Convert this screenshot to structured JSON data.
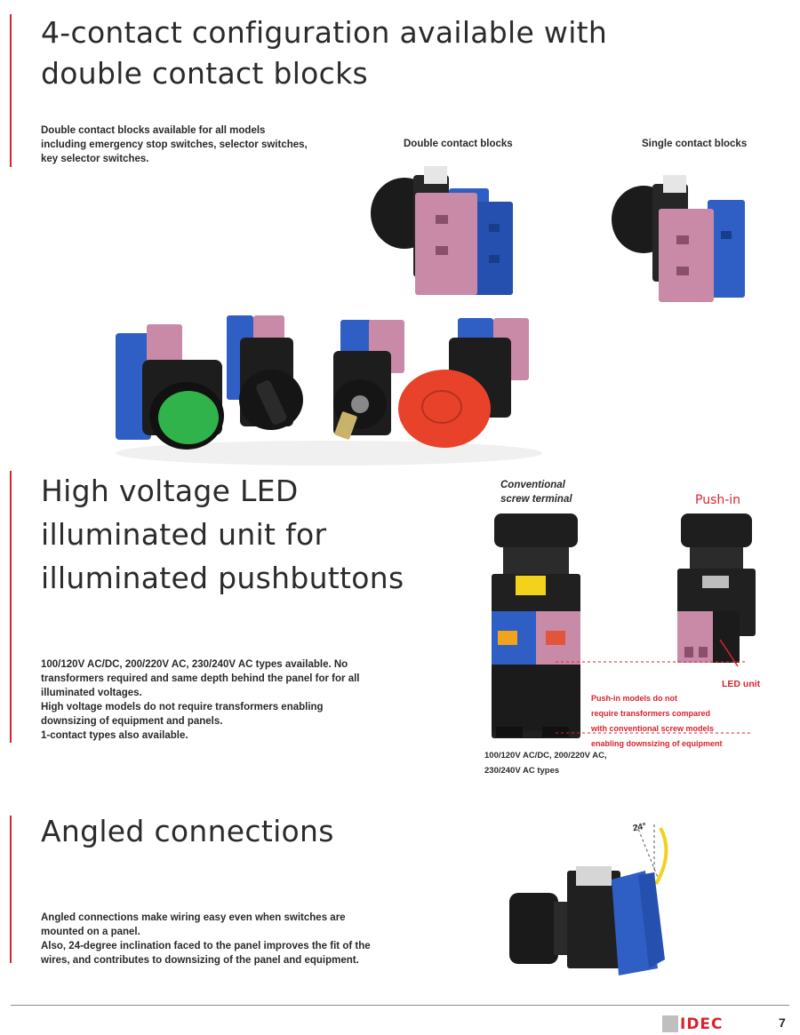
{
  "section1": {
    "title_lines": [
      "4-contact configuration available with",
      "double contact blocks"
    ],
    "body_lines": [
      "Double contact blocks available for all models",
      "including emergency stop switches, selector switches,",
      "key selector switches."
    ],
    "caption_double": "Double contact blocks",
    "caption_single": "Single contact blocks"
  },
  "section2": {
    "title_lines": [
      "High voltage LED",
      "illuminated unit for",
      "illuminated pushbuttons"
    ],
    "body_lines": [
      "100/120V AC/DC, 200/220V AC, 230/240V AC types available. No",
      "transformers required and same depth behind the panel for for all",
      "illuminated voltages.",
      "High voltage models do not require transformers enabling",
      "downsizing of equipment and panels.",
      "1-contact types also available."
    ],
    "label_conventional": [
      "Conventional",
      "screw terminal"
    ],
    "label_pushin": "Push-in",
    "note_lines": [
      "Push-in models do not",
      "require transformers compared",
      "with conventional screw models",
      "enabling downsizing of equipment"
    ],
    "label_led_unit": "LED unit",
    "voltage_lines": [
      "100/120V AC/DC, 200/220V AC,",
      "230/240V AC types"
    ]
  },
  "section3": {
    "title": "Angled connections",
    "body_lines": [
      "Angled connections make wiring easy even when switches are",
      "mounted on a panel.",
      "Also, 24-degree inclination faced to the panel improves the fit of the",
      "wires, and contributes to downsizing of the panel and equipment."
    ],
    "angle_label": "24°"
  },
  "footer": {
    "brand": "IDEC",
    "page_number": "7"
  },
  "colors": {
    "accent_red": "#d9232e",
    "contact_blue": "#2f5fc4",
    "contact_pink": "#c98aa8",
    "button_green": "#2fb34a",
    "button_red": "#e8432a",
    "terminal_yellow": "#f2d21b"
  }
}
